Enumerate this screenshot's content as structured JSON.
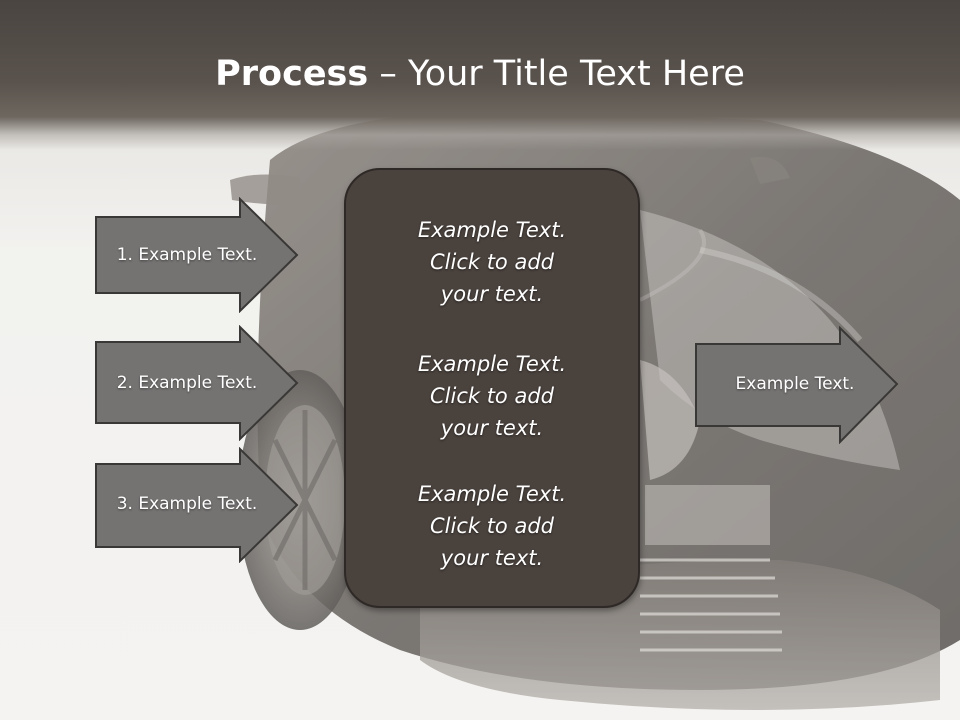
{
  "title": {
    "bold": "Process",
    "rest": " – Your Title Text Here"
  },
  "left_arrows": [
    {
      "label": "1. Example Text."
    },
    {
      "label": "2. Example Text."
    },
    {
      "label": "3. Example Text."
    }
  ],
  "center_blocks": [
    {
      "line1": "Example Text.",
      "line2": "Click  to add",
      "line3": "your text."
    },
    {
      "line1": "Example Text.",
      "line2": "Click  to add",
      "line3": "your text."
    },
    {
      "line1": "Example Text.",
      "line2": "Click  to add",
      "line3": "your text."
    }
  ],
  "right_arrow": {
    "label": "Example Text."
  },
  "colors": {
    "title_bar": "#5a534d",
    "center_box": "#4a423d",
    "arrow_fill": "#757372",
    "arrow_stroke": "#3a3836",
    "text": "#ffffff"
  },
  "background_image": "car-front-photo"
}
